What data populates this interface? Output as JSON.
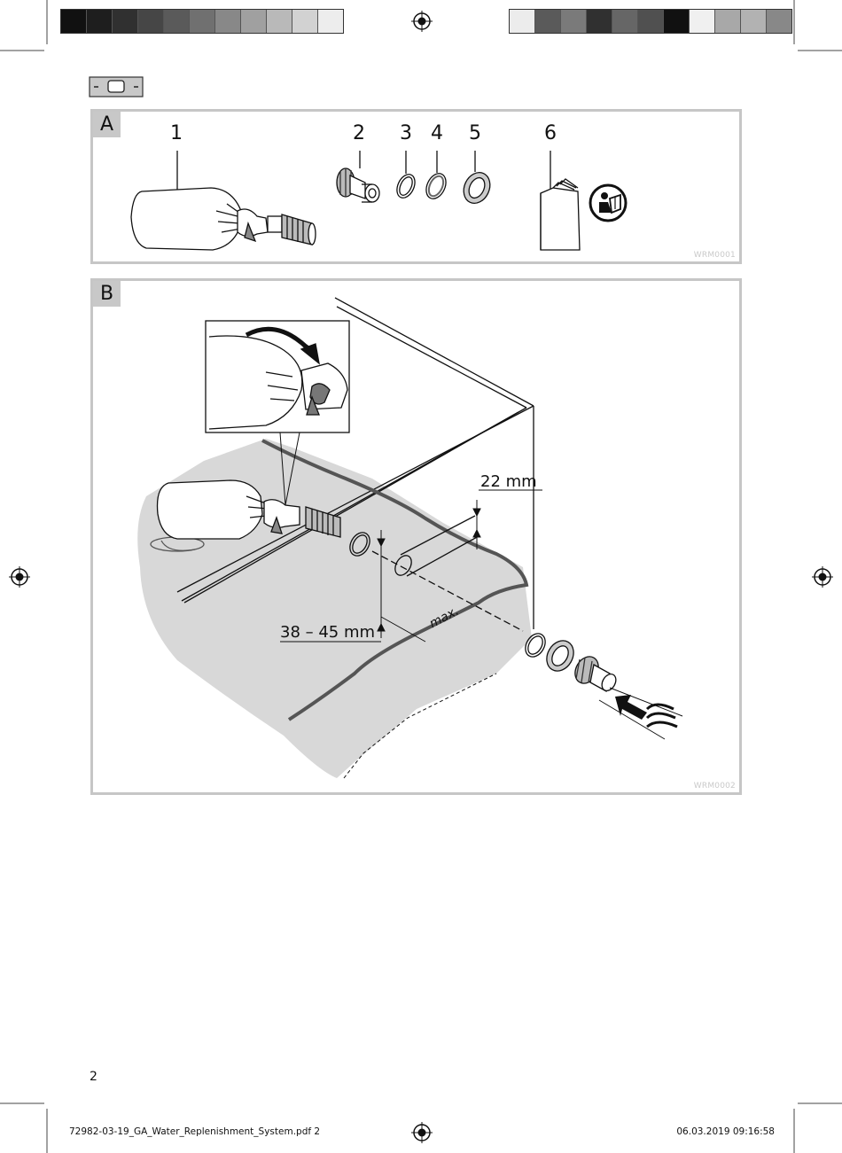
{
  "color_bar_left": [
    "#111111",
    "#1e1e1e",
    "#303030",
    "#464646",
    "#5a5a5a",
    "#707070",
    "#888888",
    "#a0a0a0",
    "#b9b9b9",
    "#d2d2d2",
    "#ededed"
  ],
  "color_bar_right": [
    "#ececec",
    "#5a5a5a",
    "#7a7a7a",
    "#303030",
    "#666666",
    "#505050",
    "#111111",
    "#f0f0f0",
    "#a8a8a8",
    "#b2b2b2",
    "#888888"
  ],
  "panel_a": {
    "label": "A",
    "code": "WRM0001",
    "items": [
      {
        "num": "1",
        "icon": "float-valve-icon"
      },
      {
        "num": "2",
        "icon": "hose-connector-icon"
      },
      {
        "num": "3",
        "icon": "seal-ring-icon"
      },
      {
        "num": "4",
        "icon": "ring-icon"
      },
      {
        "num": "5",
        "icon": "lock-nut-icon"
      },
      {
        "num": "6",
        "icon": "manual-booklet-icon"
      }
    ]
  },
  "panel_b": {
    "label": "B",
    "code": "WRM0002",
    "hole_diameter": "22 mm",
    "wall_thickness": "38 – 45 mm",
    "max_label": "max."
  },
  "page_number": "2",
  "footer": {
    "filename": "72982-03-19_GA_Water_Replenishment_System.pdf  2",
    "timestamp": "06.03.2019   09:16:58"
  }
}
